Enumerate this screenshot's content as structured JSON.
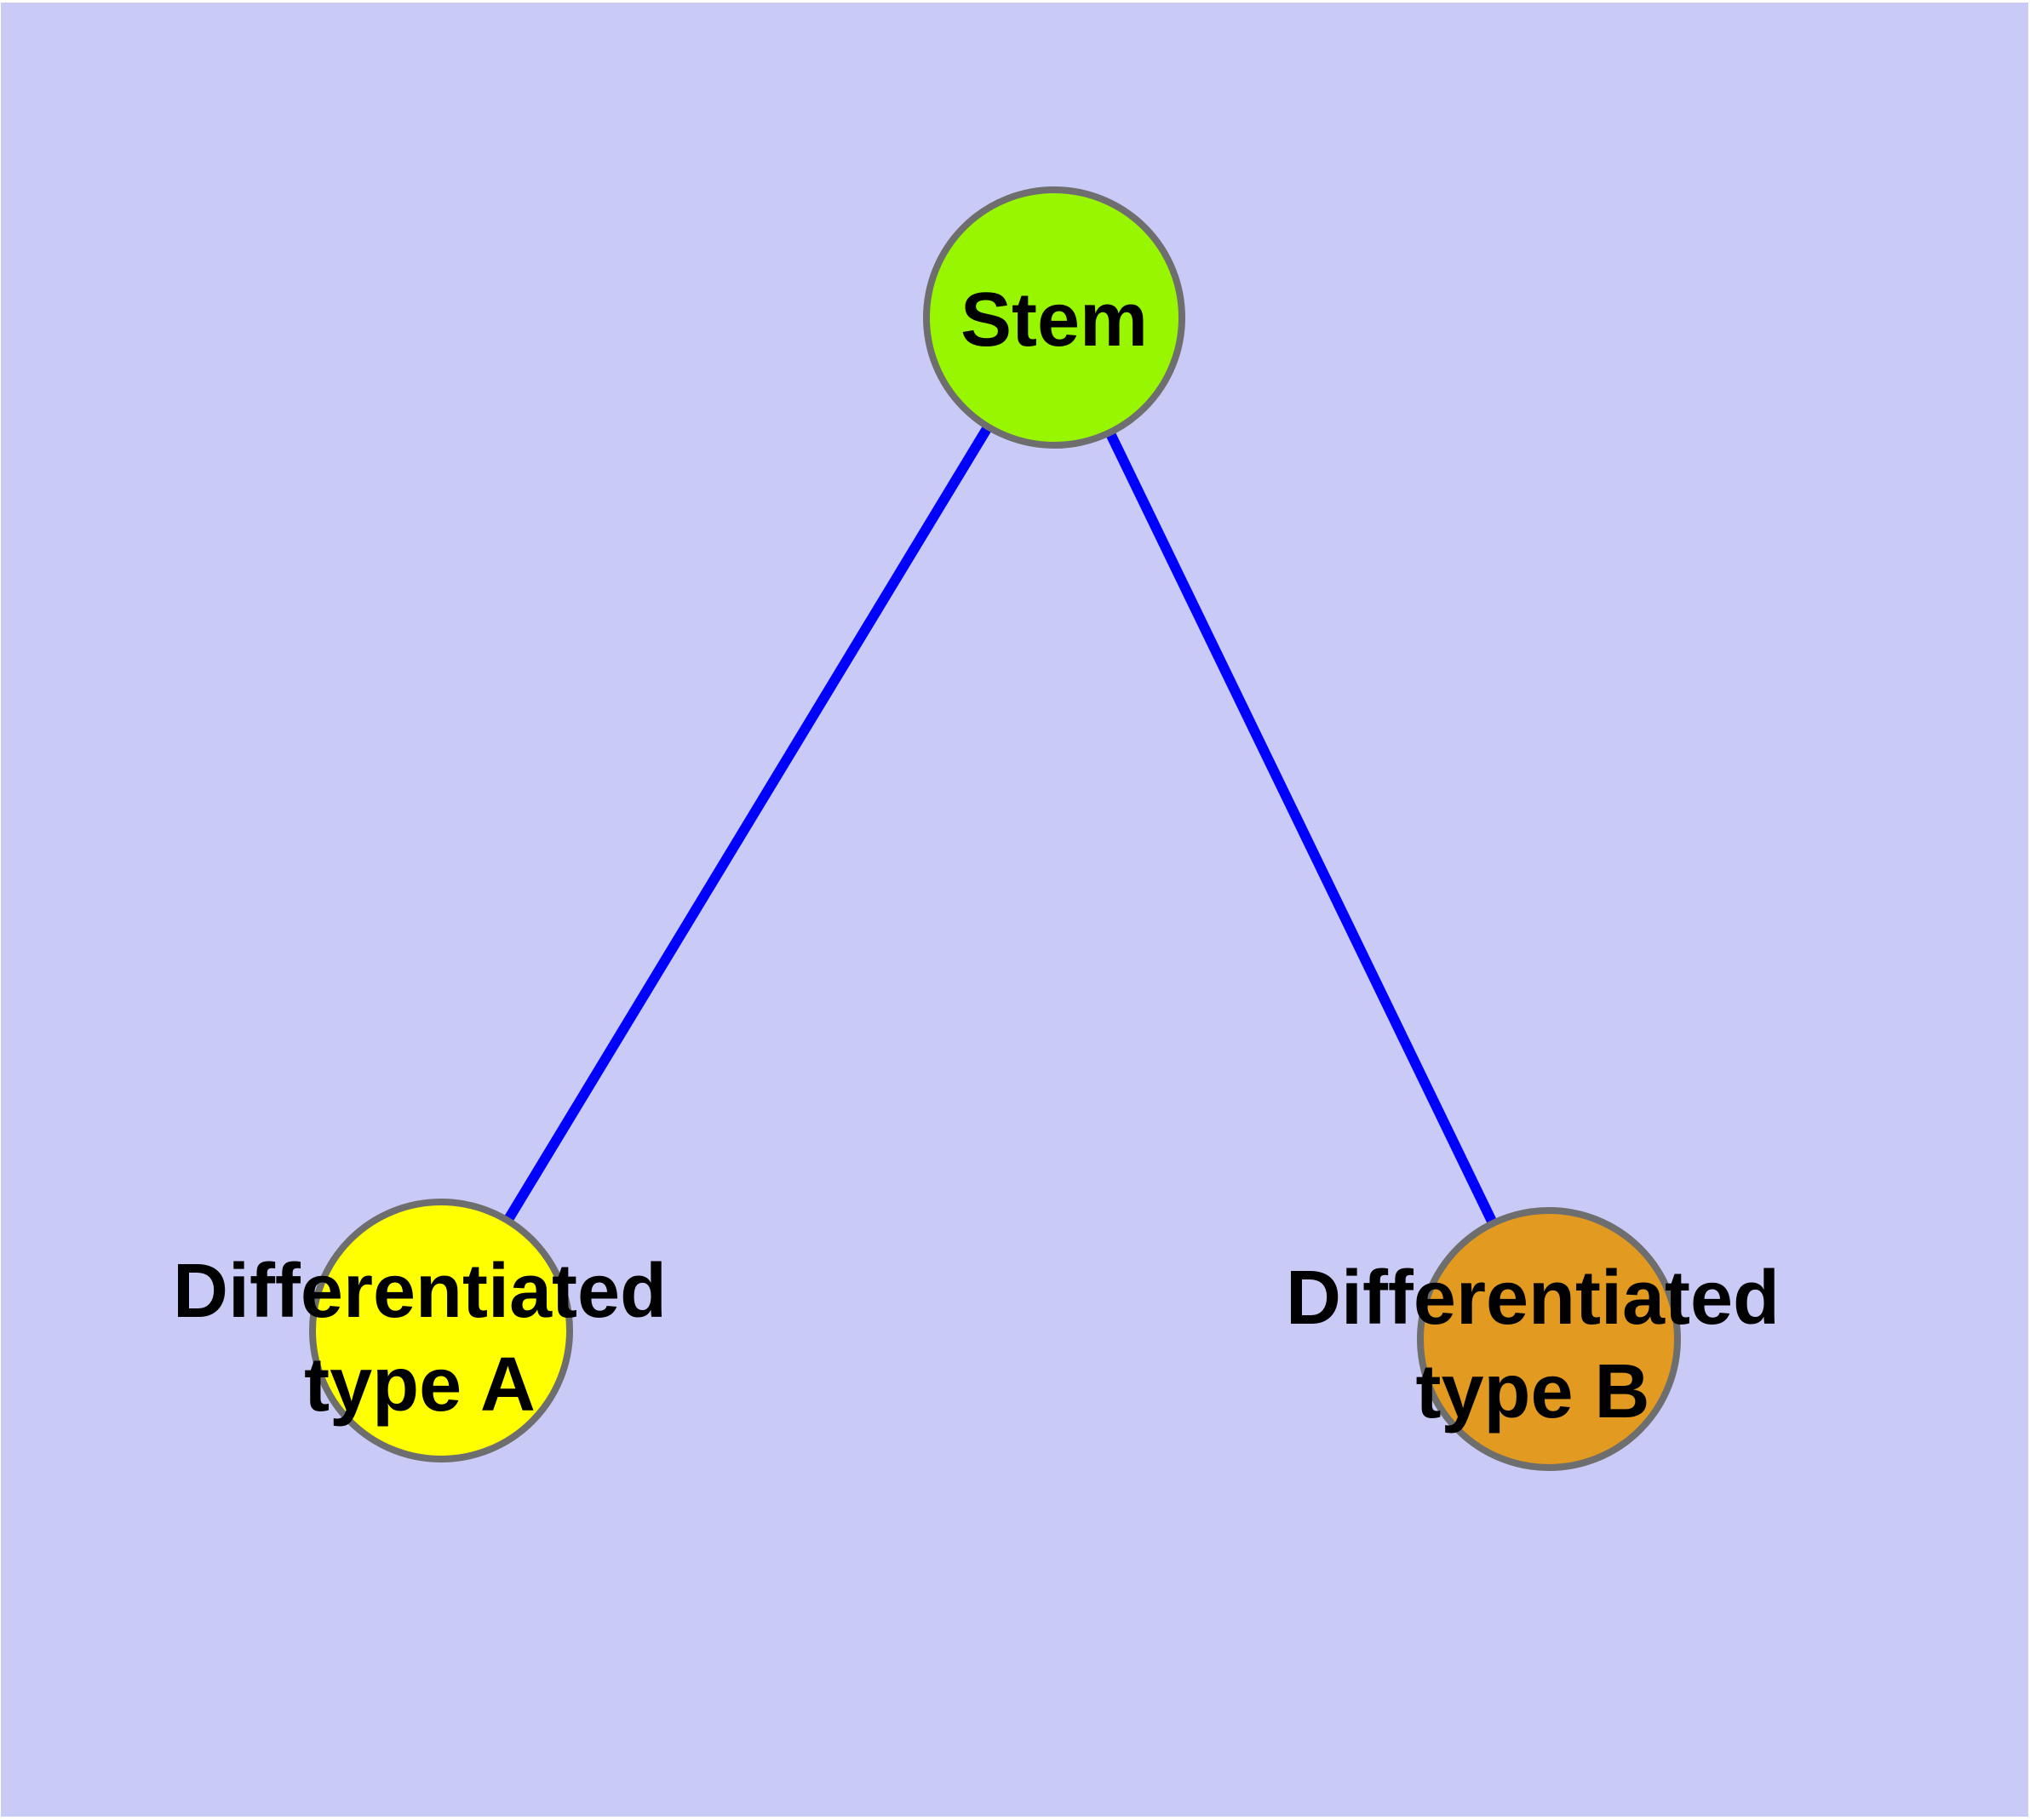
{
  "diagram": {
    "type": "graph",
    "background_color": "#CACAF6",
    "page_margin_color": "#FFFFFF",
    "edge_color": "#0000FF",
    "node_border_color": "#6E6E6E",
    "label_color": "#000000",
    "nodes": {
      "stem": {
        "label": "Stem",
        "fill": "#98F700"
      },
      "type_a": {
        "label": "Differentiated type A",
        "line1": "Differentiated",
        "line2": "type A",
        "fill": "#FFFF00"
      },
      "type_b": {
        "label": "Differentiated type B",
        "line1": "Differentiated",
        "line2": "type B",
        "fill": "#E39A21"
      }
    },
    "edges": [
      {
        "from": "Stem",
        "to": "Differentiated type A"
      },
      {
        "from": "Stem",
        "to": "Differentiated type B"
      }
    ]
  }
}
